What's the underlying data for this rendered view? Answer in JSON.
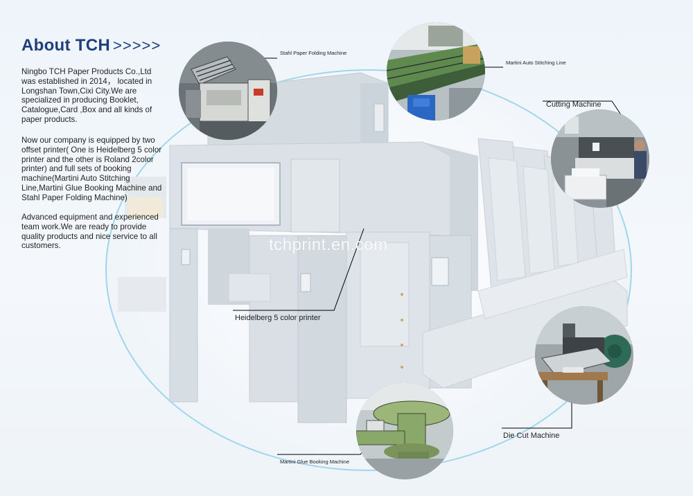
{
  "header": {
    "title": "About TCH",
    "arrows": ">>>>>"
  },
  "intro": {
    "paragraph_1": "Ningbo TCH Paper Products Co.,Ltd was established in 2014， located in Longshan Town,Cixi City.We are specialized in producing Booklet, Catalogue,Card ,Box and all kinds of paper products.",
    "paragraph_2": "Now our company is equipped by two offset printer( One is Heidelberg 5 color printer and the other is Roland 2color printer) and full sets of booking machine(Martini Auto Stitching Line,Martini Glue Booking Machine and Stahl Paper Folding Machine)",
    "paragraph_3": "Advanced equipment and experienced team work.We are ready to provide quality products and nice service to all customers."
  },
  "machines": {
    "stahl": "Stahl Paper Folding Machine",
    "martini_stitching": "Martini Auto Stitching Line",
    "cutting": "Cutting Machine",
    "heidelberg": "Heidelberg 5 color printer",
    "die_cut": "Die Cut Machine",
    "martini_glue": "Martini Glue Booking Machine"
  },
  "watermark": "tchprint.en.com",
  "colors": {
    "title": "#1f3e7c",
    "ellipse_border": "#9fd6ea",
    "leader_line": "#000000",
    "machine_gray": "#cfd6dc",
    "glue_machine_green": "#8aa86a",
    "stitching_green": "#5e8a4e"
  }
}
